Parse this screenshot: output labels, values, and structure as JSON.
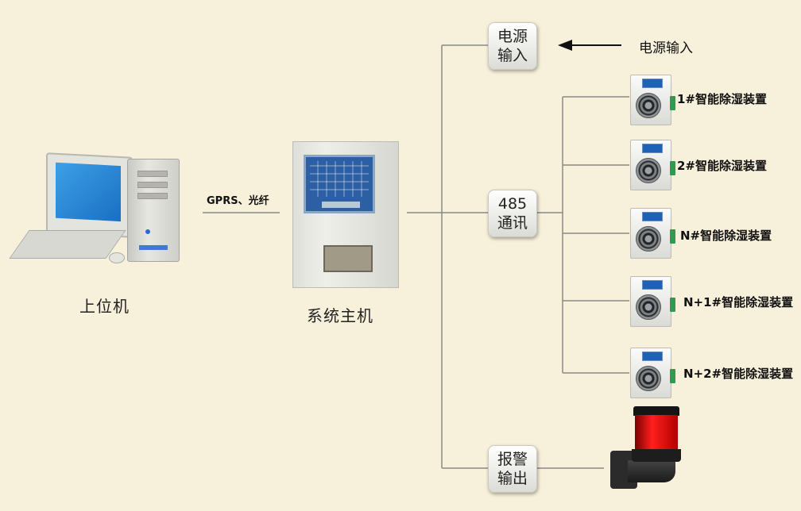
{
  "colors": {
    "background": "#f7f0da",
    "line": "#8a8a86",
    "arrow": "#111111"
  },
  "labels": {
    "pc": "上位机",
    "host": "系统主机",
    "link": "GPRS、光纤",
    "power_input_side": "电源输入"
  },
  "nodes": {
    "power": {
      "line1": "电源",
      "line2": "输入"
    },
    "comm": {
      "line1": "485",
      "line2": "通讯"
    },
    "alarm": {
      "line1": "报警",
      "line2": "输出"
    }
  },
  "devices": [
    {
      "label": "1#智能除湿装置"
    },
    {
      "label": "2#智能除湿装置"
    },
    {
      "label": "N#智能除湿装置"
    },
    {
      "label": "N+1#智能除湿装置"
    },
    {
      "label": "N+2#智能除湿装置"
    }
  ]
}
